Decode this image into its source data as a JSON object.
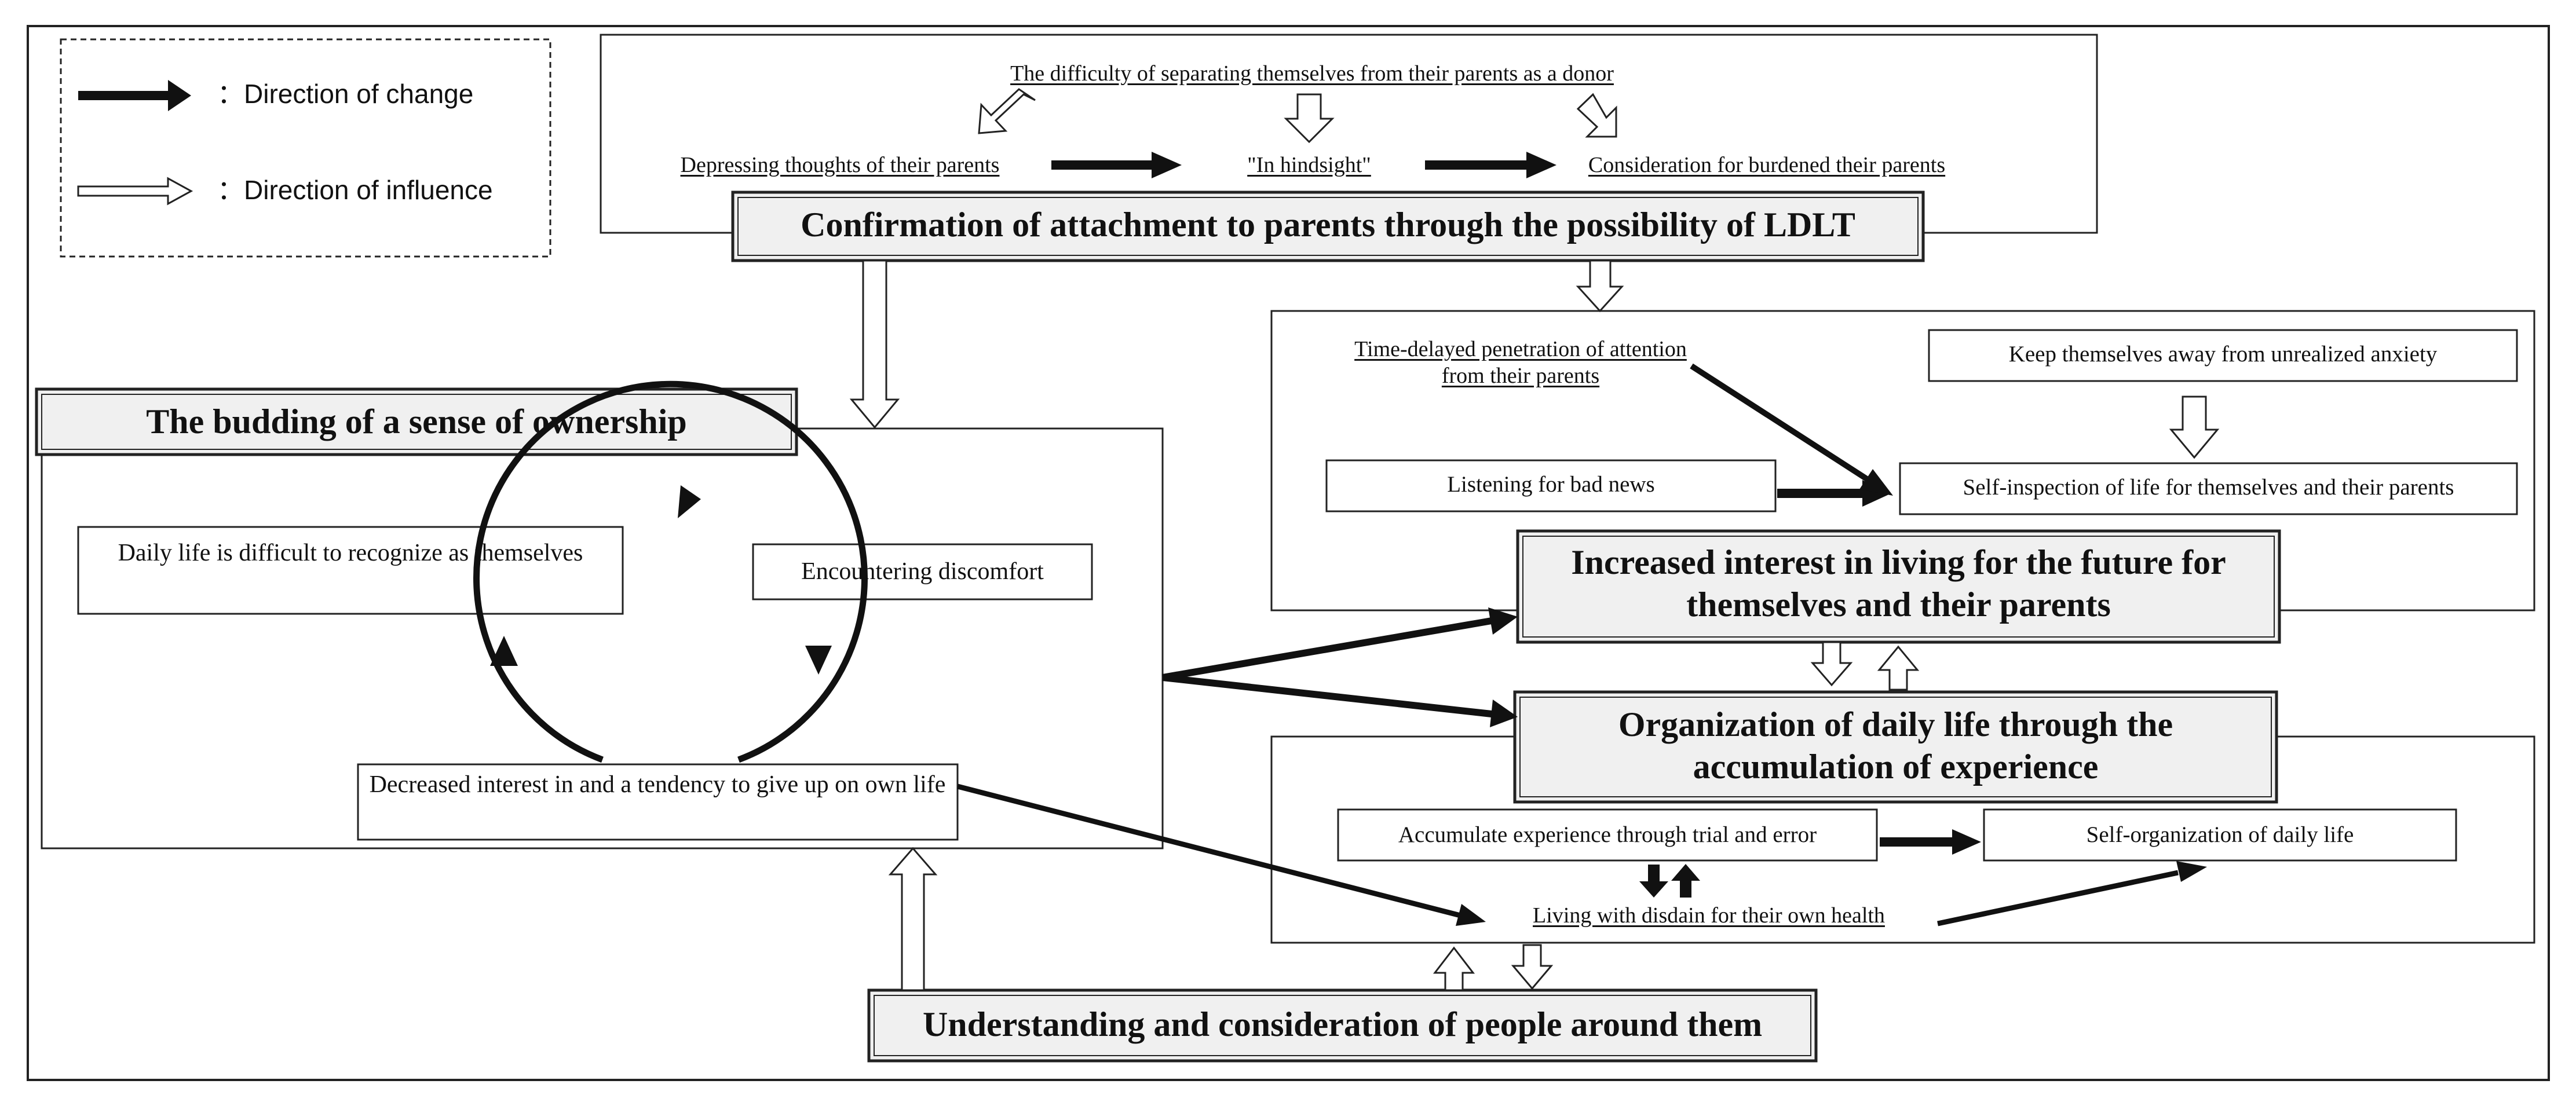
{
  "legend": {
    "change_label": "：Direction of change",
    "influence_label": "：Direction of influence"
  },
  "top_section": {
    "difficulty": "The difficulty of separating themselves from their parents as a donor",
    "depressing": "Depressing thoughts of their parents",
    "hindsight": "\"In hindsight\"",
    "consideration": "Consideration for burdened their parents",
    "title": "Confirmation of attachment to parents through the possibility of LDLT"
  },
  "ownership_section": {
    "title": "The budding of a sense of ownership",
    "daily_life": "Daily life is difficult to recognize as themselves",
    "discomfort": "Encountering discomfort",
    "decreased": "Decreased interest in and a tendency to give up on own life"
  },
  "future_section": {
    "time_delayed": "Time-delayed penetration of attention from their parents",
    "keep_away": "Keep themselves away from unrealized anxiety",
    "listening": "Listening for bad news",
    "self_inspection": "Self-inspection of life for themselves and their parents",
    "title": "Increased interest in living for the future for themselves and their parents"
  },
  "organization_section": {
    "title": "Organization of daily life through the accumulation of experience",
    "accumulate": "Accumulate experience through trial and error",
    "self_org": "Self-organization of daily life",
    "disdain": "Living with disdain for their own health"
  },
  "understanding": {
    "title": "Understanding and consideration of people around them"
  }
}
